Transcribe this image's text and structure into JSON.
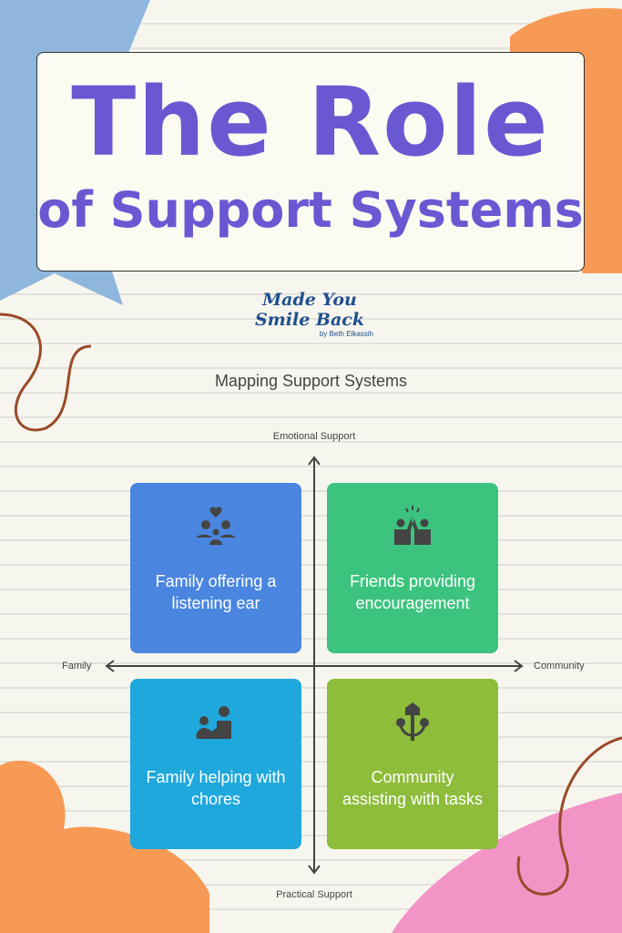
{
  "title": {
    "line1": "The Role",
    "line2": "of Support Systems"
  },
  "logo": {
    "line1": "Made You",
    "line2": "Smile Back",
    "byline": "by Beth Elkassih"
  },
  "diagram": {
    "title": "Mapping Support Systems",
    "axes": {
      "top": "Emotional Support",
      "bottom": "Practical Support",
      "left": "Family",
      "right": "Community"
    },
    "quadrants": [
      {
        "label": "Family offering a listening ear",
        "icon": "family-heart-icon",
        "color": "#4a86e0"
      },
      {
        "label": "Friends providing encouragement",
        "icon": "high-five-icon",
        "color": "#3cc47f"
      },
      {
        "label": "Family helping with chores",
        "icon": "helping-hands-icon",
        "color": "#1fa8dc"
      },
      {
        "label": "Community assisting with tasks",
        "icon": "community-tree-icon",
        "color": "#8dbd3a"
      }
    ]
  }
}
